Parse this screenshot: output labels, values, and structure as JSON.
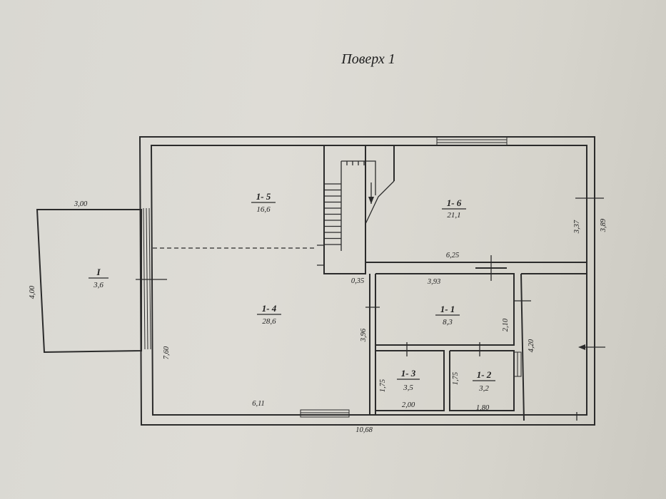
{
  "title": "Поверх 1",
  "rooms": {
    "r1_5": {
      "id": "1- 5",
      "area": "16,6"
    },
    "r1_6": {
      "id": "1- 6",
      "area": "21,1"
    },
    "r1_4": {
      "id": "1- 4",
      "area": "28,6"
    },
    "r1_1": {
      "id": "1- 1",
      "area": "8,3"
    },
    "r1_3": {
      "id": "1- 3",
      "area": "3,5"
    },
    "r1_2": {
      "id": "1- 2",
      "area": "3,2"
    },
    "terrace": {
      "id": "I",
      "area": "3,6"
    }
  },
  "dimensions": {
    "terrace_width": "3,00",
    "terrace_depth": "4,00",
    "left_height": "7,60",
    "r1_4_width": "6,11",
    "overall_width": "10,68",
    "corridor_height": "3,96",
    "stair_gap": "0,35",
    "r1_1_width": "3,93",
    "r1_1_height": "2,10",
    "r1_6_width": "6,25",
    "r1_6_height": "3,37",
    "right_height": "3,89",
    "hall_height": "4,20",
    "r1_3_height": "1,75",
    "r1_3_width": "2,00",
    "r1_2_height": "1,75",
    "r1_2_width": "1,80"
  }
}
